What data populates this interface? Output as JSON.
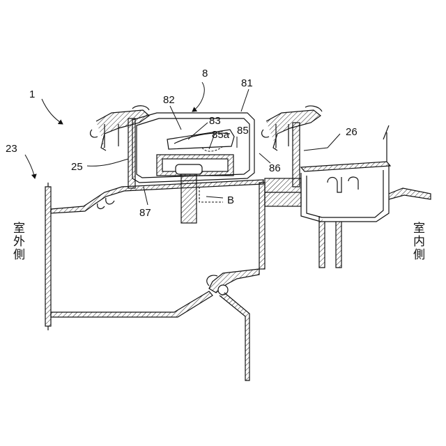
{
  "labels": {
    "n1": "1",
    "n8": "8",
    "n23": "23",
    "n25": "25",
    "n26": "26",
    "n81": "81",
    "n82": "82",
    "n83": "83",
    "n85a": "85a",
    "n85": "85",
    "n86": "86",
    "n87": "87",
    "nB": "B"
  },
  "side_labels": {
    "outdoor": "室外側",
    "indoor": "室内側"
  }
}
